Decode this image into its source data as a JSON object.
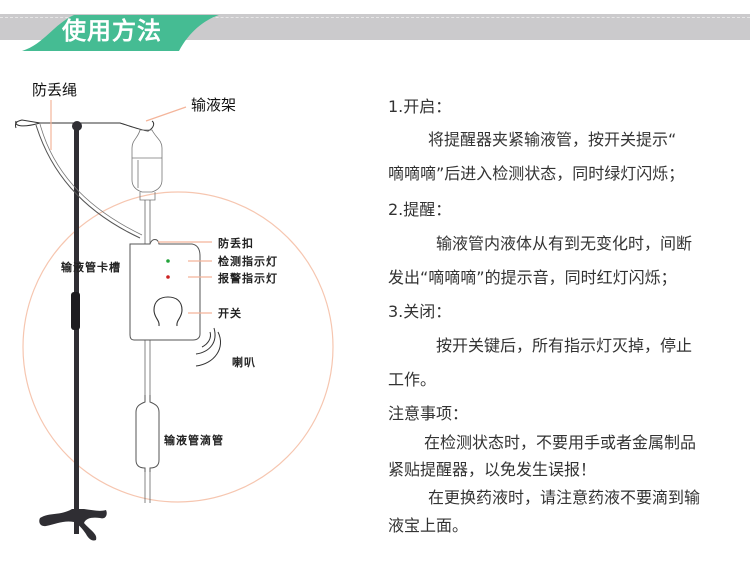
{
  "header": {
    "title": "使用方法",
    "tab_color": "#45bc93",
    "bar_color": "#cbcacc"
  },
  "diagram": {
    "labels": {
      "anti_loss_rope": "防丢绳",
      "iv_stand": "输液架",
      "tube_slot": "输液管卡槽",
      "anti_loss_buckle": "防丢扣",
      "detect_light": "检测指示灯",
      "alarm_light": "报警指示灯",
      "switch": "开关",
      "speaker": "喇叭",
      "drip_chamber": "输液管滴管"
    },
    "colors": {
      "stand": "#2f2e33",
      "leader_line": "#f4b59b",
      "circle": "#f6c6b0",
      "green_led": "#22a33a",
      "red_led": "#cc2222"
    }
  },
  "instructions": {
    "step1_title": "1.开启：",
    "step1_line1": "将提醒器夹紧输液管，按开关提示“",
    "step1_line2": "嘀嘀嘀”后进入检测状态，同时绿灯闪烁；",
    "step2_title": "2.提醒：",
    "step2_line1": "输液管内液体从有到无变化时，间断",
    "step2_line2": "发出“嘀嘀嘀”的提示音，同时红灯闪烁；",
    "step3_title": "3.关闭：",
    "step3_line1": "按开关键后，所有指示灯灭掉，停止",
    "step3_line2": "工作。",
    "notes_title": "注意事项：",
    "note1_line1": "在检测状态时，不要用手或者金属制品",
    "note1_line2": "紧贴提醒器，以免发生误报！",
    "note2_line1": "在更换药液时，请注意药液不要滴到输",
    "note2_line2": "液宝上面。"
  }
}
